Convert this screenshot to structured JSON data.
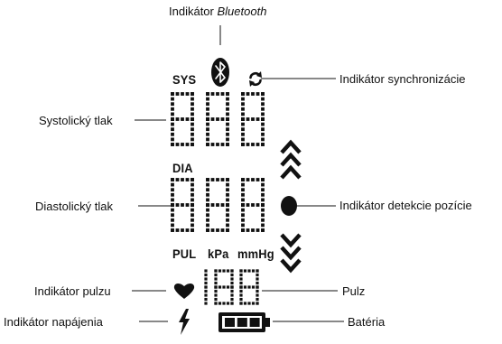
{
  "callouts": {
    "bluetooth_prefix": "Indikátor",
    "bluetooth_word": "Bluetooth",
    "sync": "Indikátor synchronizácie",
    "systolic": "Systolický tlak",
    "diastolic": "Diastolický tlak",
    "position": "Indikátor detekcie pozície",
    "pulse_indicator": "Indikátor pulzu",
    "pulse": "Pulz",
    "power": "Indikátor napájenia",
    "battery": "Batéria"
  },
  "display": {
    "sys_label": "SYS",
    "dia_label": "DIA",
    "pul_label": "PUL",
    "unit_kpa": "kPa",
    "unit_mmhg": "mmHg",
    "systolic_digits": "888",
    "diastolic_digits": "888",
    "pulse_digits": "188",
    "battery_bars": 3
  },
  "colors": {
    "ink": "#111111",
    "background": "#ffffff"
  },
  "icons": [
    "bluetooth-icon",
    "sync-icon",
    "chevron-up-icon",
    "position-dot-icon",
    "chevron-down-icon",
    "heart-icon",
    "lightning-icon",
    "battery-icon"
  ]
}
